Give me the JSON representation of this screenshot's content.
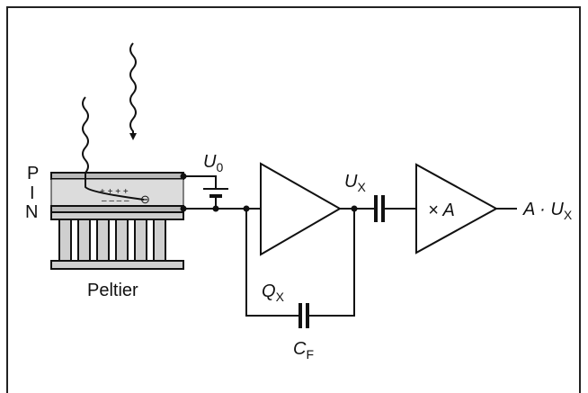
{
  "labels": {
    "p_layer": "P",
    "i_layer": "I",
    "n_layer": "N",
    "cooler": "Peltier",
    "bias_voltage": "U",
    "bias_voltage_sub": "0",
    "charge": "Q",
    "charge_sub": "X",
    "output_voltage": "U",
    "output_voltage_sub": "X",
    "feedback_cap": "C",
    "feedback_cap_sub": "F",
    "amplifier_gain": "× A",
    "final_output_prefix": "A · U",
    "final_output_sub": "X",
    "carrier_plus": "+ + + +",
    "carrier_minus": "– – – –",
    "electron": "⊖"
  },
  "colors": {
    "line": "#111111",
    "detector_fill": "#dcdcdc",
    "electrode_fill": "#b9b9b9",
    "peltier_fill": "#cfcfcf",
    "background": "#ffffff"
  },
  "icons": {
    "photon": "wavy-arrow",
    "cap": "capacitor",
    "amp": "triangle-amplifier"
  }
}
